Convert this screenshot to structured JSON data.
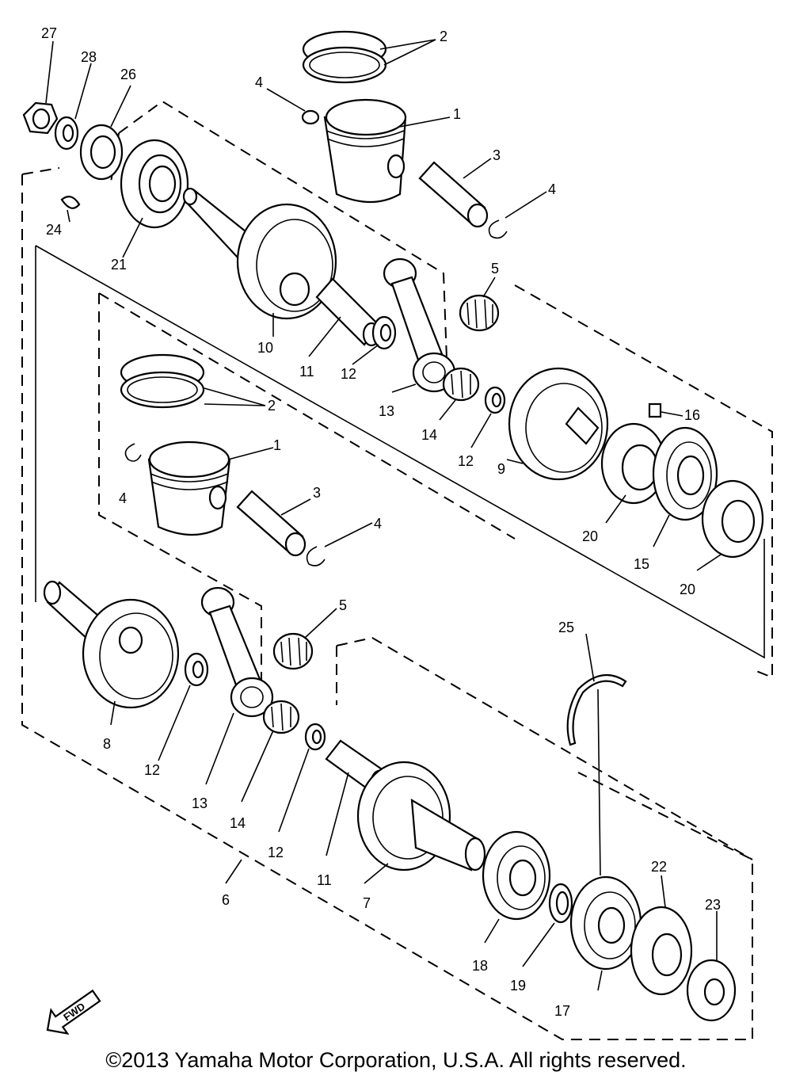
{
  "callouts": [
    {
      "id": "c27",
      "text": "27"
    },
    {
      "id": "c28",
      "text": "28"
    },
    {
      "id": "c26",
      "text": "26"
    },
    {
      "id": "c2a",
      "text": "2"
    },
    {
      "id": "c4a",
      "text": "4"
    },
    {
      "id": "c1a",
      "text": "1"
    },
    {
      "id": "c3a",
      "text": "3"
    },
    {
      "id": "c4b",
      "text": "4"
    },
    {
      "id": "c24",
      "text": "24"
    },
    {
      "id": "c21",
      "text": "21"
    },
    {
      "id": "c5a",
      "text": "5"
    },
    {
      "id": "c10",
      "text": "10"
    },
    {
      "id": "c11a",
      "text": "11"
    },
    {
      "id": "c12a",
      "text": "12"
    },
    {
      "id": "c13a",
      "text": "13"
    },
    {
      "id": "c2b",
      "text": "2"
    },
    {
      "id": "c16",
      "text": "16"
    },
    {
      "id": "c14a",
      "text": "14"
    },
    {
      "id": "c12b",
      "text": "12"
    },
    {
      "id": "c9",
      "text": "9"
    },
    {
      "id": "c1b",
      "text": "1"
    },
    {
      "id": "c4c",
      "text": "4"
    },
    {
      "id": "c3b",
      "text": "3"
    },
    {
      "id": "c20a",
      "text": "20"
    },
    {
      "id": "c15",
      "text": "15"
    },
    {
      "id": "c4d",
      "text": "4"
    },
    {
      "id": "c20b",
      "text": "20"
    },
    {
      "id": "c5b",
      "text": "5"
    },
    {
      "id": "c25",
      "text": "25"
    },
    {
      "id": "c8",
      "text": "8"
    },
    {
      "id": "c12c",
      "text": "12"
    },
    {
      "id": "c13b",
      "text": "13"
    },
    {
      "id": "c14b",
      "text": "14"
    },
    {
      "id": "c12d",
      "text": "12"
    },
    {
      "id": "c11b",
      "text": "11"
    },
    {
      "id": "c6",
      "text": "6"
    },
    {
      "id": "c7",
      "text": "7"
    },
    {
      "id": "c22",
      "text": "22"
    },
    {
      "id": "c23",
      "text": "23"
    },
    {
      "id": "c18",
      "text": "18"
    },
    {
      "id": "c19",
      "text": "19"
    },
    {
      "id": "c17",
      "text": "17"
    }
  ],
  "fwd_label": "FWD",
  "copyright": "©2013 Yamaha Motor Corporation, U.S.A. All rights reserved."
}
